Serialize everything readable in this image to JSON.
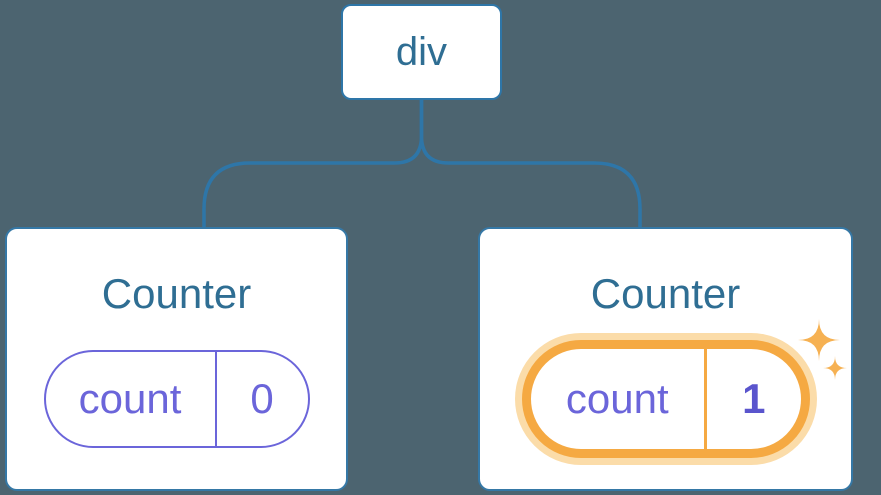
{
  "tree": {
    "root_label": "div",
    "children": [
      {
        "title": "Counter",
        "state_key": "count",
        "state_value": "0",
        "highlighted": false
      },
      {
        "title": "Counter",
        "state_key": "count",
        "state_value": "1",
        "highlighted": true
      }
    ]
  },
  "icons": {
    "sparkles": "two four-point stars marking fresh state"
  },
  "colors": {
    "bg": "#4C6470",
    "card-bg": "#FFFFFF",
    "line-blue": "#2E76A8",
    "card-border": "#3578A6",
    "text-blue": "#2F6E93",
    "purple": "#6B65DA",
    "purple-bold": "#5A55CD",
    "orange": "#F5A942",
    "orange-halo": "#FBDCA9",
    "sparkle": "#F6B152"
  }
}
